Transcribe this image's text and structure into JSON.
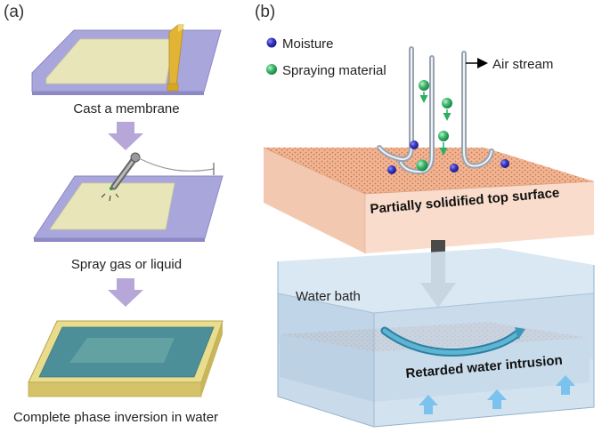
{
  "panel_a": {
    "label": "(a)",
    "step1": "Cast a membrane",
    "step2": "Spray gas or liquid",
    "step3": "Complete phase inversion in water"
  },
  "panel_b": {
    "label": "(b)",
    "legend": {
      "moisture": "Moisture",
      "spraying_material": "Spraying material",
      "air_stream": "Air stream"
    },
    "top_surface_label": "Partially solidified top surface",
    "water_bath_label": "Water bath",
    "water_intrusion_label": "Retarded water intrusion"
  },
  "colors": {
    "substrate": "#a9a6dc",
    "film": "#e8e6b8",
    "casting_knife": "#e2b436",
    "step_arrow": "#b7a7d8",
    "membrane_surface": "#f0b08c",
    "membrane_body": "#f9dccb",
    "water": "#bfd7ea",
    "tray_rim": "#e9dc8c",
    "tray_water": "#4d8f98",
    "moisture": "#2e2cb4",
    "spraying_material": "#2fae62",
    "up_arrow": "#7bc3ee",
    "down_arrow": "#4a4a4a"
  }
}
